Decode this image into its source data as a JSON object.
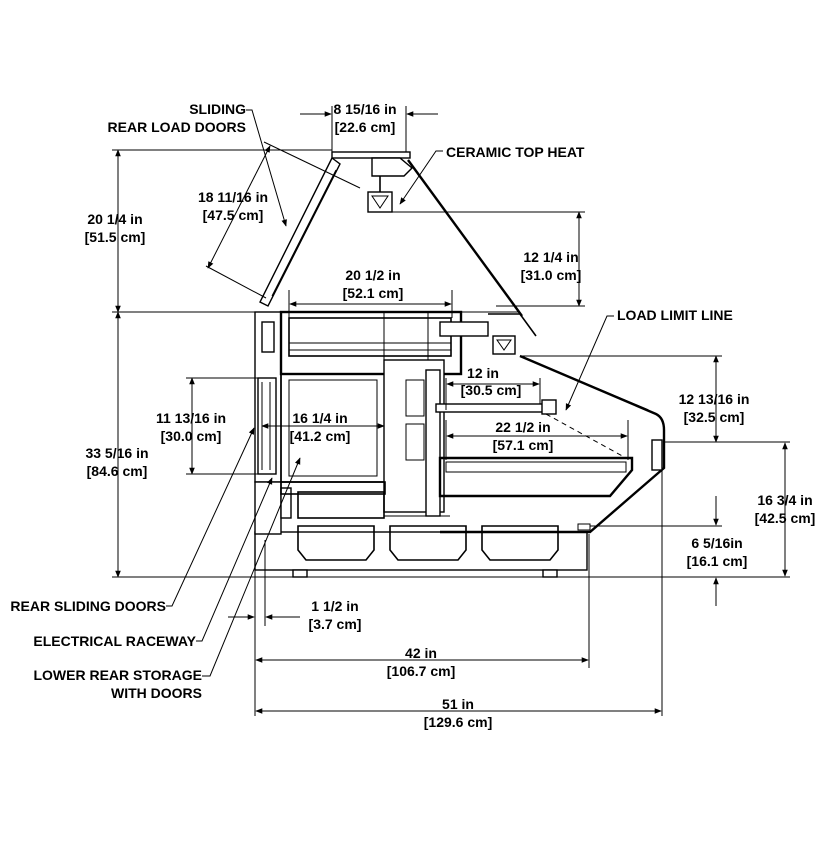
{
  "labels": {
    "sliding_rear_load_doors": [
      "SLIDING",
      "REAR LOAD DOORS"
    ],
    "ceramic_top_heat": "CERAMIC TOP HEAT",
    "load_limit_line": "LOAD LIMIT LINE",
    "rear_sliding_doors": "REAR SLIDING DOORS",
    "electrical_raceway": "ELECTRICAL RACEWAY",
    "lower_rear_storage": [
      "LOWER REAR STORAGE",
      "WITH DOORS"
    ]
  },
  "dimensions": {
    "top_width": [
      "8 15/16 in",
      "[22.6 cm]"
    ],
    "glass_length": [
      "18 11/16 in",
      "[47.5 cm]"
    ],
    "upper_height": [
      "20 1/4 in",
      "[51.5 cm]"
    ],
    "heat_drop": [
      "12 1/4 in",
      "[31.0 cm]"
    ],
    "shelf_width": [
      "20 1/2 in",
      "[52.1 cm]"
    ],
    "total_height": [
      "33 5/16 in",
      "[84.6 cm]"
    ],
    "storage_height": [
      "11 13/16 in",
      "[30.0 cm]"
    ],
    "storage_width": [
      "16 1/4 in",
      "[41.2 cm]"
    ],
    "shelf_depth": [
      "12 in",
      "[30.5 cm]"
    ],
    "deck_depth": [
      "22 1/2 in",
      "[57.1 cm]"
    ],
    "front_glass_height": [
      "12 13/16 in",
      "[32.5 cm]"
    ],
    "deck_height": [
      "16 3/4 in",
      "[42.5 cm]"
    ],
    "base_height": [
      "6 5/16in",
      "[16.1 cm]"
    ],
    "raceway_depth": [
      "1 1/2 in",
      "[3.7 cm]"
    ],
    "base_width": [
      "42 in",
      "[106.7 cm]"
    ],
    "overall_width": [
      "51 in",
      "[129.6 cm]"
    ]
  }
}
